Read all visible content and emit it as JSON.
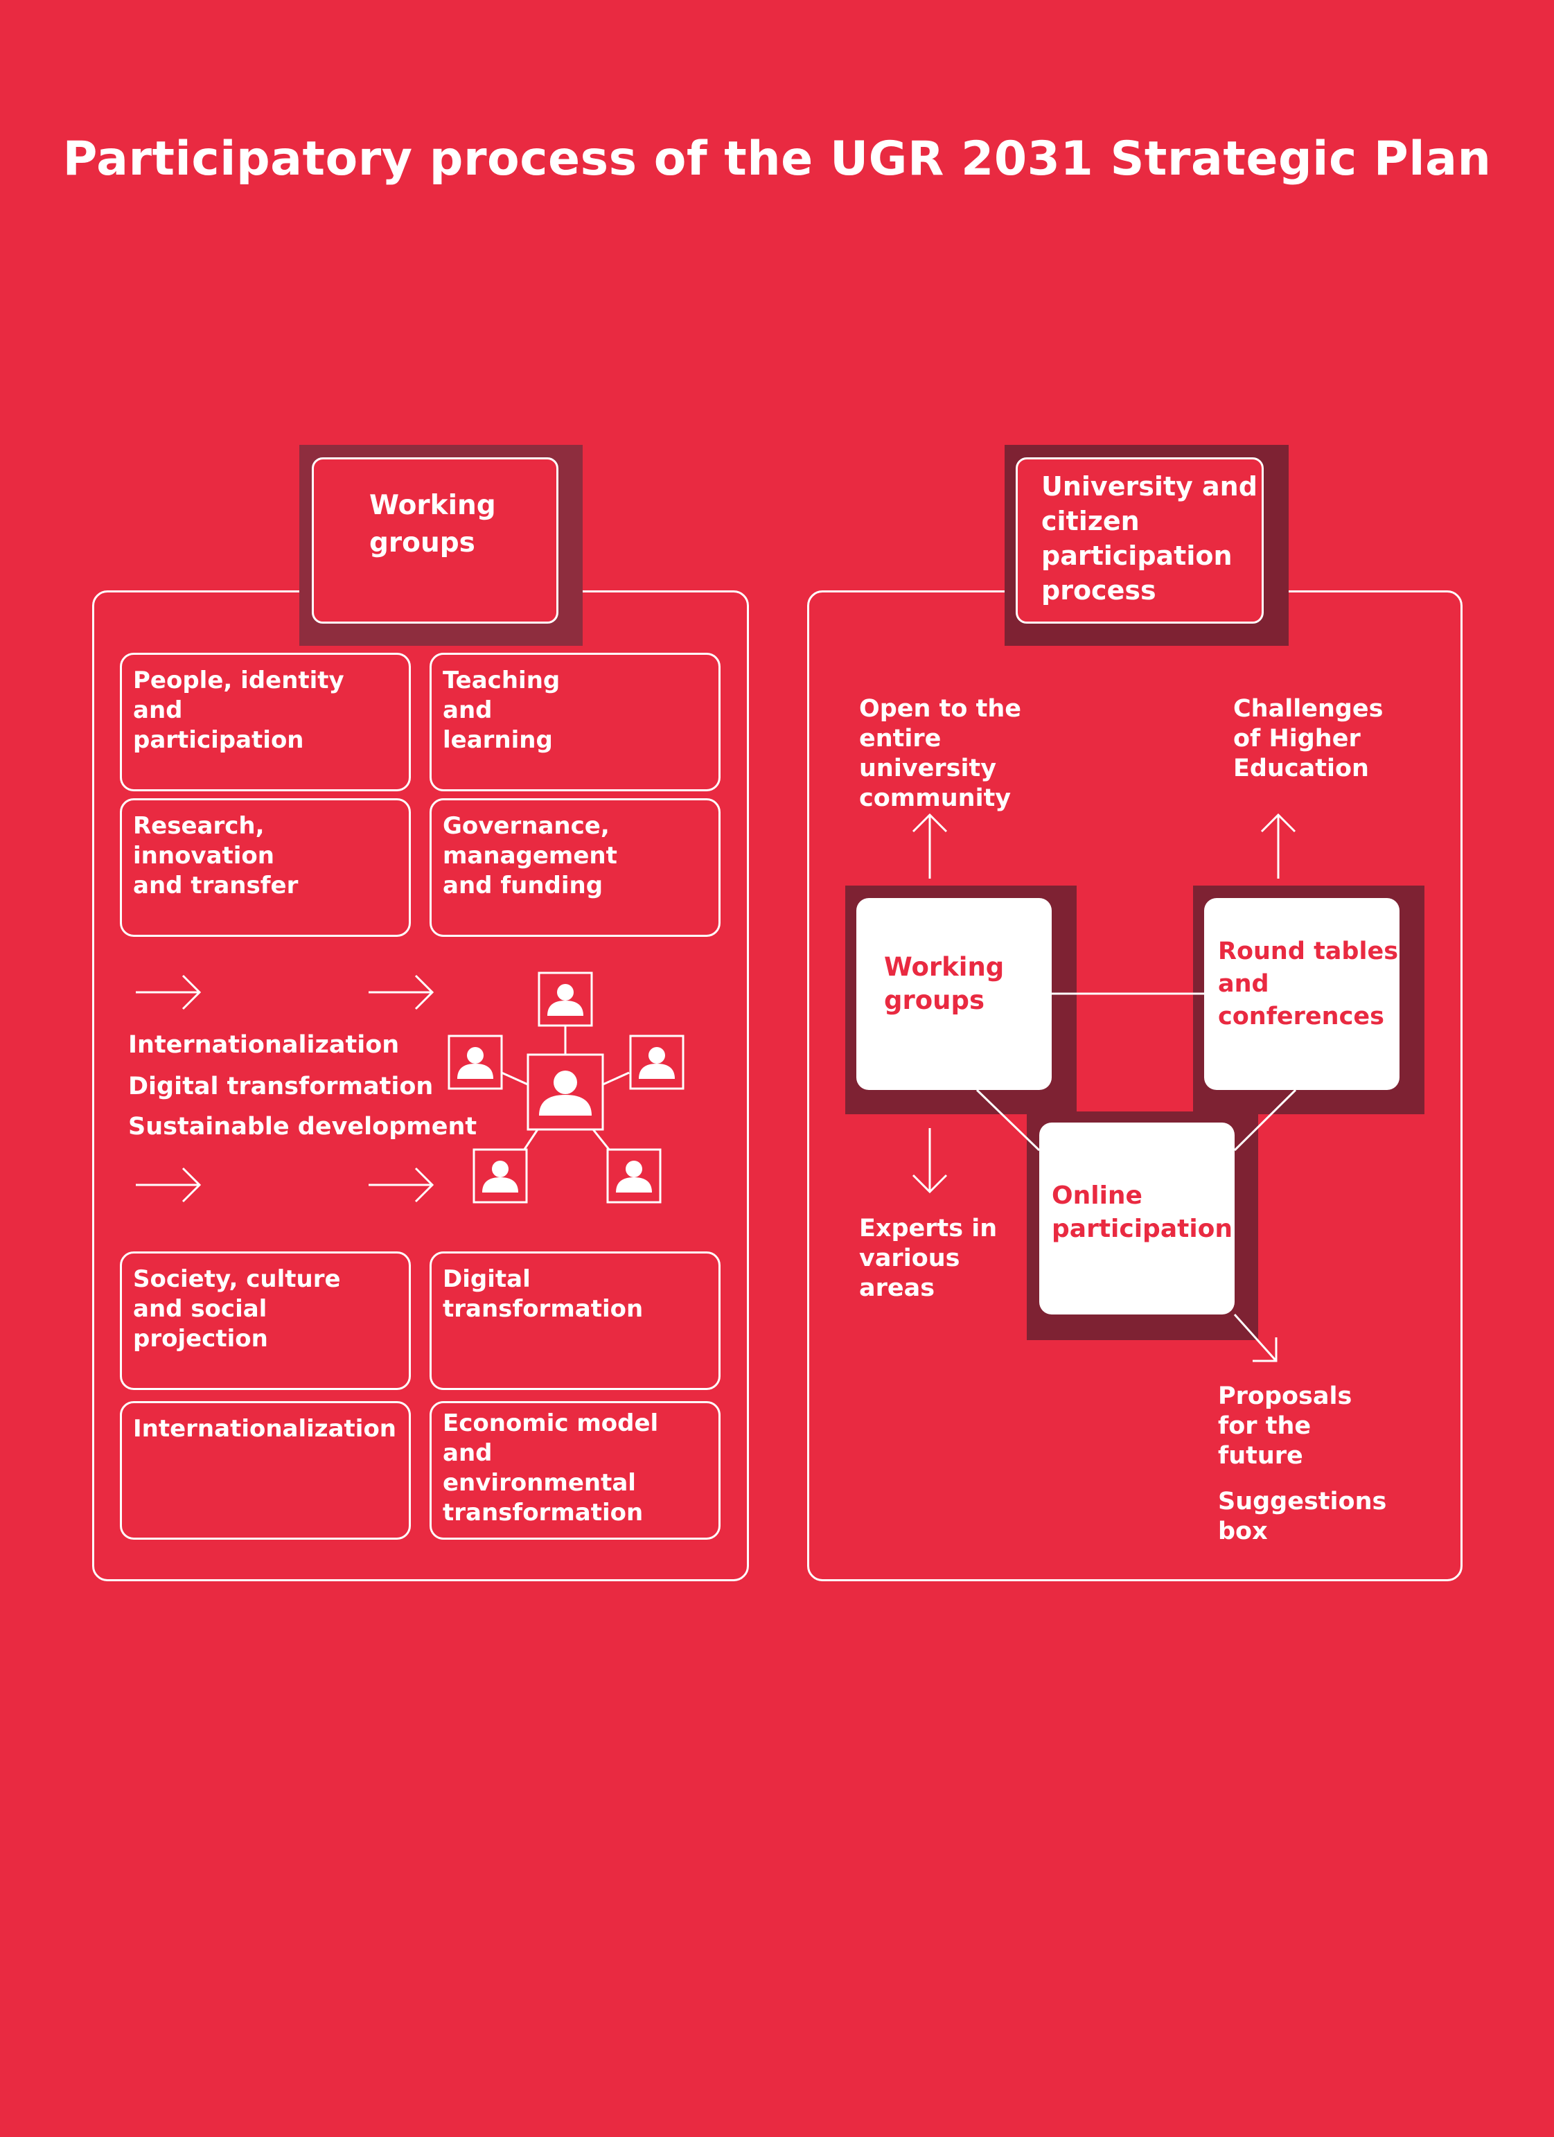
{
  "title": "Participatory process of the UGR 2031 Strategic Plan",
  "left_panel": {
    "header": "Working\ngroups",
    "topics_top": [
      "People, identity and\nparticipation",
      "Teaching\nand\nlearning",
      "Research,\ninnovation\nand transfer",
      "Governance,\nmanagement\nand funding"
    ],
    "themes": [
      "Internationalization",
      "Digital transformation",
      "Sustainable development"
    ],
    "topics_bottom": [
      "Society, culture\nand social projection",
      "Digital\ntransformation",
      "Internationalization",
      "Economic model\nand\nenvironmental\ntransformation"
    ]
  },
  "right_panel": {
    "header": "University and\ncitizen\nparticipation\nprocess",
    "open_label": "Open to the\nentire\nuniversity\ncommunity",
    "challenges_label": "Challenges\nof    Higher\nEducation",
    "working_groups_box": "Working\ngroups",
    "round_tables_box": "Round tables\nand\nconferences",
    "online_box": "Online\nparticipation",
    "experts_label": "Experts in\nvarious\nareas",
    "proposals_label": "Proposals\nfor the\nfuture",
    "suggestions_label": "Suggestions\nbox"
  },
  "icons": {
    "arrow": "arrow-right-icon",
    "person": "person-icon",
    "arrow_up": "arrow-up-icon",
    "arrow_down": "arrow-down-icon"
  },
  "colors": {
    "background": "#e92a41",
    "shadow": "#8e2d3e",
    "shadow_dark": "#7e2233",
    "foreground": "#ffffff"
  }
}
